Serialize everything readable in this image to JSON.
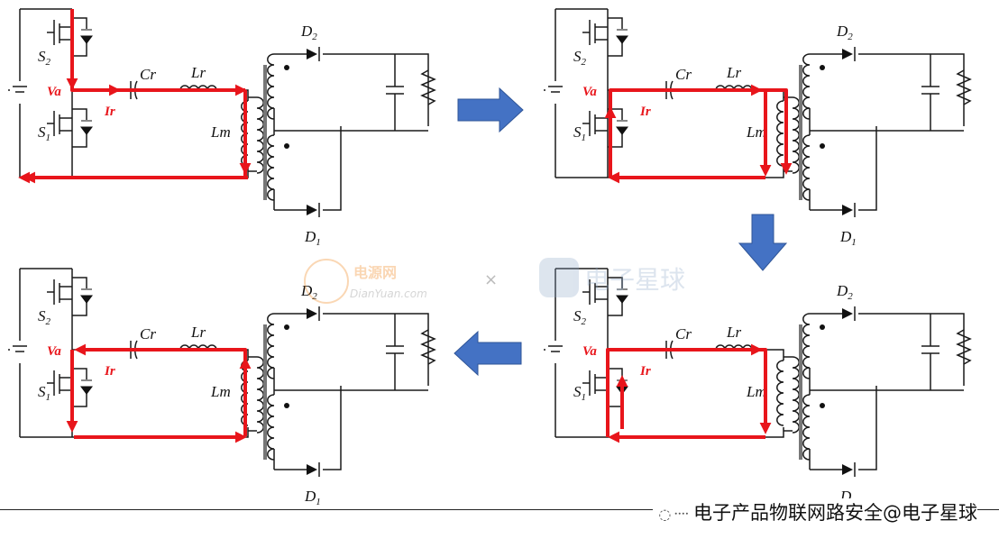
{
  "labels": {
    "s2": "S",
    "s2_sub": "2",
    "s1": "S",
    "s1_sub": "1",
    "cr": "Cr",
    "lr": "Lr",
    "lm": "Lm",
    "va": "Va",
    "ir": "Ir",
    "d2": "D",
    "d2_sub": "2",
    "d1": "D",
    "d1_sub": "1"
  },
  "watermarks": {
    "logo1_text": "电源网",
    "logo1_url": "DianYuan.com",
    "separator": "×",
    "logo2_text": "电子星球"
  },
  "footer": {
    "icon": "wechat-icon",
    "text": "电子产品物联网路安全@电子星球"
  },
  "colors": {
    "current_path": "#e8151b",
    "flow_arrow": "#4472c4"
  }
}
